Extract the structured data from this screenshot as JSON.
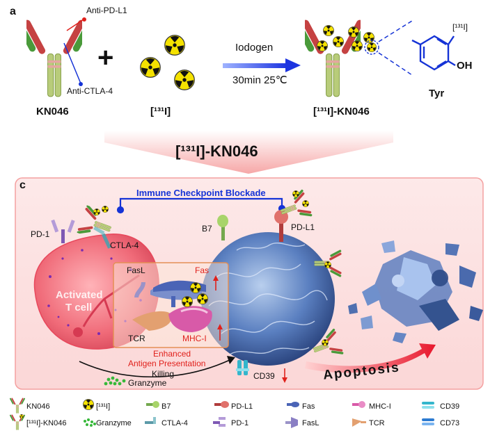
{
  "panels": {
    "a": "a",
    "c": "c"
  },
  "top": {
    "anti_pdl1": "Anti-PD-L1",
    "anti_ctla4": "Anti-CTLA-4",
    "kn046": "KN046",
    "plus": "+",
    "iodine": "[¹³¹I]",
    "iodogen": "Iodogen",
    "condition": "30min 25℃",
    "labeled": "[¹³¹I]-KN046",
    "tyr": "Tyr",
    "oh": "OH",
    "iodine_sub": "[¹³¹I]"
  },
  "banner": "[¹³¹I]-KN046",
  "main": {
    "checkpoint": "Immune Checkpoint Blockade",
    "pd1": "PD-1",
    "ctla4": "CTLA-4",
    "b7": "B7",
    "pdl1": "PD-L1",
    "tcell_line1": "Activated",
    "tcell_line2": "T cell",
    "fasl": "FasL",
    "fas": "Fas",
    "tcr": "TCR",
    "mhc": "MHC-I",
    "enhanced1": "Enhanced",
    "enhanced2": "Antigen Presentation",
    "killing": "Killing",
    "granzyme": "Granzyme",
    "cd39": "CD39",
    "apoptosis": "Apoptosis"
  },
  "legend": [
    {
      "label": "KN046",
      "icon": "antibody-icon"
    },
    {
      "label": "[¹³¹I]",
      "icon": "radiation-icon"
    },
    {
      "label": "B7",
      "icon": "b7-icon"
    },
    {
      "label": "PD-L1",
      "icon": "pdl1-icon"
    },
    {
      "label": "Fas",
      "icon": "fas-icon"
    },
    {
      "label": "MHC-I",
      "icon": "mhc-icon"
    },
    {
      "label": "CD39",
      "icon": "cd39-icon"
    },
    {
      "label": "[¹³¹I]-KN046",
      "icon": "labeled-antibody-icon"
    },
    {
      "label": "Granzyme",
      "icon": "granzyme-icon"
    },
    {
      "label": "CTLA-4",
      "icon": "ctla4-icon"
    },
    {
      "label": "PD-1",
      "icon": "pd1-icon"
    },
    {
      "label": "FasL",
      "icon": "fasl-icon"
    },
    {
      "label": "TCR",
      "icon": "tcr-icon"
    },
    {
      "label": "CD73",
      "icon": "cd73-icon"
    }
  ],
  "colors": {
    "accent_red": "#e0201b",
    "accent_blue": "#1533d6",
    "panel_bg": "#fde4e4"
  }
}
